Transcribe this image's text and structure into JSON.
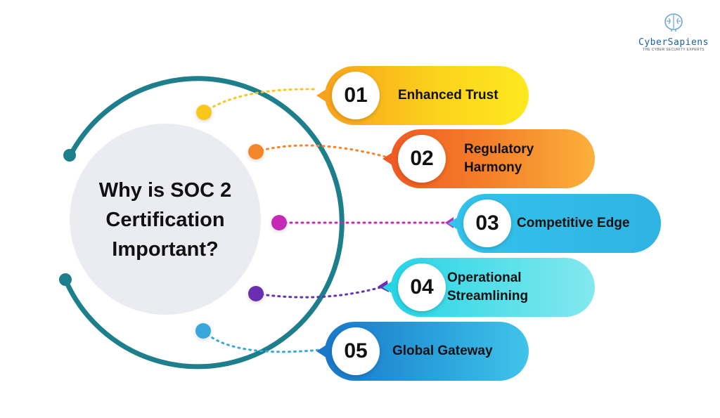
{
  "logo": {
    "brand": "CyberSapiens",
    "tagline": "THE CYBER SECURITY EXPERTS",
    "icon": "brain-icon",
    "color": "#1f5fa3"
  },
  "center": {
    "lines": [
      "Why is SOC 2",
      "Certification",
      "Important?"
    ]
  },
  "items": [
    {
      "number": "01",
      "lines": [
        "Enhanced Trust"
      ],
      "color": "#f9c61e",
      "icon": ""
    },
    {
      "number": "02",
      "lines": [
        "Regulatory",
        "Harmony"
      ],
      "color": "#f5862b",
      "icon": ""
    },
    {
      "number": "03",
      "lines": [
        "Competitive Edge"
      ],
      "color": "#33c2ea",
      "icon": ""
    },
    {
      "number": "04",
      "lines": [
        "Operational",
        "Streamlining"
      ],
      "color": "#3fd9e8",
      "icon": ""
    },
    {
      "number": "05",
      "lines": [
        "Global Gateway"
      ],
      "color": "#2592d6",
      "icon": ""
    }
  ],
  "connector_colors": [
    "#f9c61e",
    "#f5862b",
    "#c429b6",
    "#6b2fb3",
    "#39a8dc"
  ],
  "arc_color": "#1d7f8c"
}
